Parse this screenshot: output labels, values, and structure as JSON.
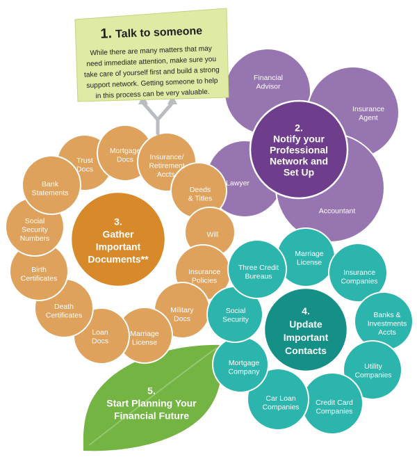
{
  "colors": {
    "note_bg": "#dfeaa5",
    "note_border": "#c7d27f",
    "purple_petal": "#9775b0",
    "purple_center": "#6e3d8c",
    "orange_petal": "#dfa25c",
    "orange_center": "#d88a2b",
    "teal_petal": "#2cb5ac",
    "teal_center": "#159087",
    "leaf": "#73b443",
    "stem": "#b9bcc0",
    "text_dark": "#1f1f1f",
    "text_light": "#ffffff"
  },
  "step1": {
    "number": "1.",
    "title": "Talk to someone",
    "lines": [
      "While there are many matters that may",
      "need immediate attention, make sure you",
      "take care of yourself first and build a strong",
      "support network. Getting someone to help",
      "in this process can be very valuable."
    ]
  },
  "step2": {
    "center_lines": [
      "2.",
      "Notify your",
      "Professional",
      "Network and",
      "Set Up"
    ],
    "petals": [
      {
        "id": "financial-advisor",
        "lines": [
          "Financial",
          "Advisor"
        ]
      },
      {
        "id": "insurance-agent",
        "lines": [
          "Insurance",
          "Agent"
        ]
      },
      {
        "id": "lawyer",
        "lines": [
          "Lawyer"
        ]
      },
      {
        "id": "accountant",
        "lines": [
          "Accountant"
        ]
      }
    ]
  },
  "step3": {
    "center_lines": [
      "3.",
      "Gather",
      "Important",
      "Documents**"
    ],
    "petals": [
      {
        "id": "trust-docs",
        "lines": [
          "Trust",
          "Docs"
        ]
      },
      {
        "id": "mortgage-docs",
        "lines": [
          "Mortgage",
          "Docs"
        ]
      },
      {
        "id": "insurance-retirement-accts",
        "lines": [
          "Insurance/",
          "Retirement",
          "Accts."
        ]
      },
      {
        "id": "deeds-titles",
        "lines": [
          "Deeds",
          "& Titles"
        ]
      },
      {
        "id": "will",
        "lines": [
          "Will"
        ]
      },
      {
        "id": "insurance-policies",
        "lines": [
          "Insurance",
          "Policies"
        ]
      },
      {
        "id": "military-docs",
        "lines": [
          "Military",
          "Docs"
        ]
      },
      {
        "id": "marriage-license",
        "lines": [
          "Marriage",
          "License"
        ]
      },
      {
        "id": "loan-docs",
        "lines": [
          "Loan",
          "Docs"
        ]
      },
      {
        "id": "death-certificates",
        "lines": [
          "Death",
          "Certificates"
        ]
      },
      {
        "id": "birth-certificates",
        "lines": [
          "Birth",
          "Certificates"
        ]
      },
      {
        "id": "social-security-numbers",
        "lines": [
          "Social",
          "Security",
          "Numbers"
        ]
      },
      {
        "id": "bank-statements",
        "lines": [
          "Bank",
          "Statements"
        ]
      }
    ]
  },
  "step4": {
    "center_lines": [
      "4.",
      "Update",
      "Important",
      "Contacts"
    ],
    "petals": [
      {
        "id": "marriage-license",
        "lines": [
          "Marriage",
          "License"
        ]
      },
      {
        "id": "insurance-companies",
        "lines": [
          "Insurance",
          "Companies"
        ]
      },
      {
        "id": "banks-investments-accts",
        "lines": [
          "Banks &",
          "Investments",
          "Accts"
        ]
      },
      {
        "id": "utility-companies",
        "lines": [
          "Utility",
          "Companies"
        ]
      },
      {
        "id": "credit-card-companies",
        "lines": [
          "Credit Card",
          "Companies"
        ]
      },
      {
        "id": "car-loan-companies",
        "lines": [
          "Car Loan",
          "Companies"
        ]
      },
      {
        "id": "mortgage-company",
        "lines": [
          "Mortgage",
          "Company"
        ]
      },
      {
        "id": "social-security",
        "lines": [
          "Social",
          "Security"
        ]
      },
      {
        "id": "three-credit-bureaus",
        "lines": [
          "Three Credit",
          "Bureaus"
        ]
      }
    ]
  },
  "step5": {
    "lines": [
      "5.",
      "Start Planning Your",
      "Financial Future"
    ]
  }
}
